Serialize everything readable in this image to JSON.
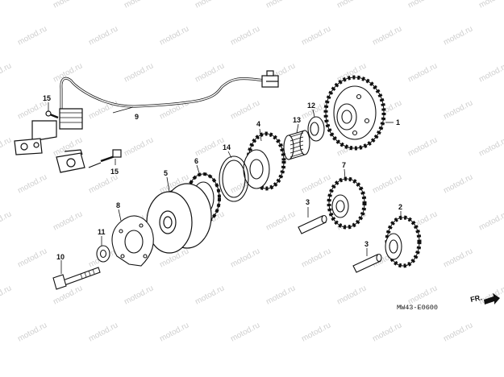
{
  "watermark_text": "motod.ru",
  "diagram_code": "MW43-E0600",
  "front_label": "FR.",
  "part_numbers": [
    "1",
    "2",
    "3",
    "3",
    "4",
    "5",
    "6",
    "7",
    "8",
    "9",
    "10",
    "11",
    "12",
    "13",
    "14",
    "15",
    "15"
  ]
}
